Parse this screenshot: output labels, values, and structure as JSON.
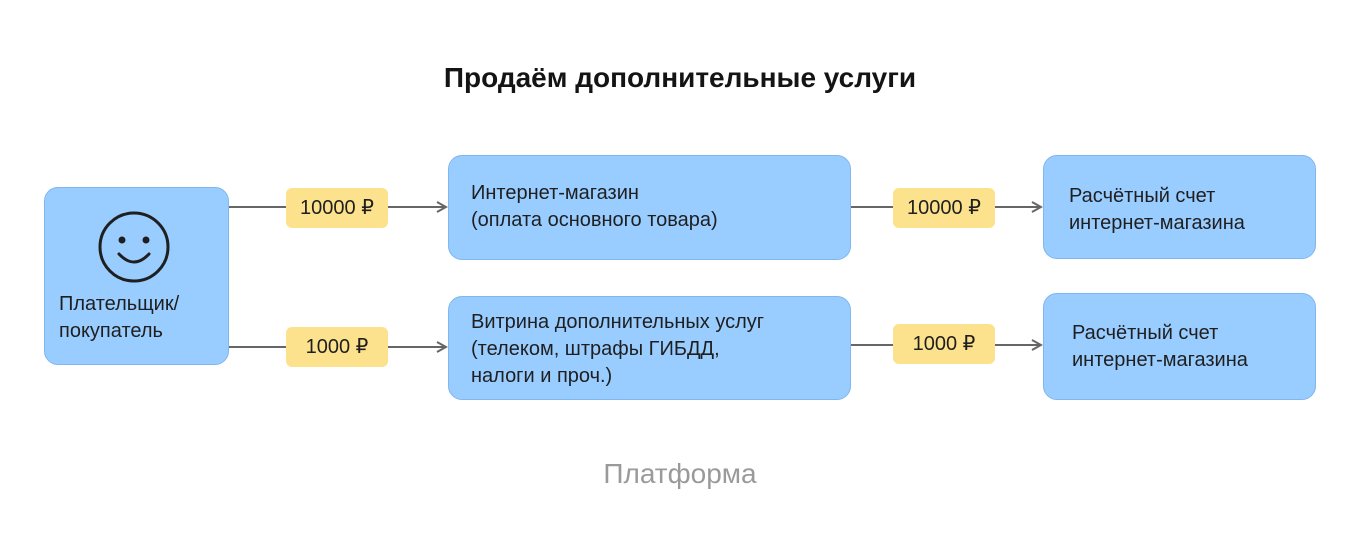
{
  "title": "Продаём дополнительные услуги",
  "payer": {
    "icon": "smiley-icon",
    "label": "Плательщик/\nпокупатель"
  },
  "top_row": {
    "payment_to_shop": "10000 ₽",
    "shop": "Интернет-магазин\n(оплата основного товара)",
    "payment_to_account": "10000 ₽",
    "account": "Расчётный счет\nинтернет-магазина"
  },
  "bottom_row": {
    "payment_to_vitrina": "1000 ₽",
    "vitrina": "Витрина дополнительных услуг\n(телеком, штрафы ГИБДД,\nналоги и проч.)",
    "payment_to_account": "1000 ₽",
    "account": "Расчётный счет\nинтернет-магазина"
  },
  "footer": "Платформа",
  "colors": {
    "box": "#99ccff",
    "badge": "#fde28d",
    "arrow": "#666666",
    "footer": "#9a9a9a"
  }
}
